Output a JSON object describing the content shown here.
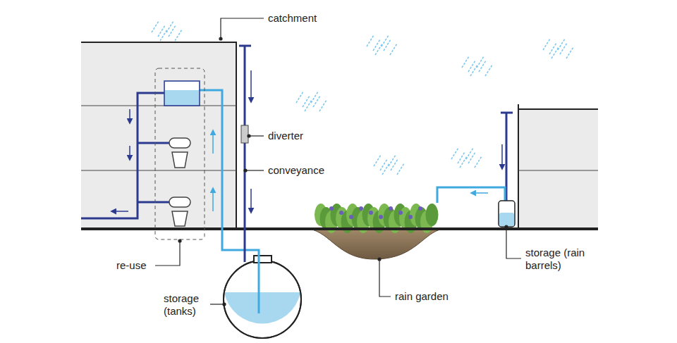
{
  "diagram": {
    "labels": [
      "catchment",
      "diverter",
      "conveyance",
      "re-use",
      "storage (tanks)",
      "rain garden",
      "storage (rain barrels)"
    ]
  }
}
